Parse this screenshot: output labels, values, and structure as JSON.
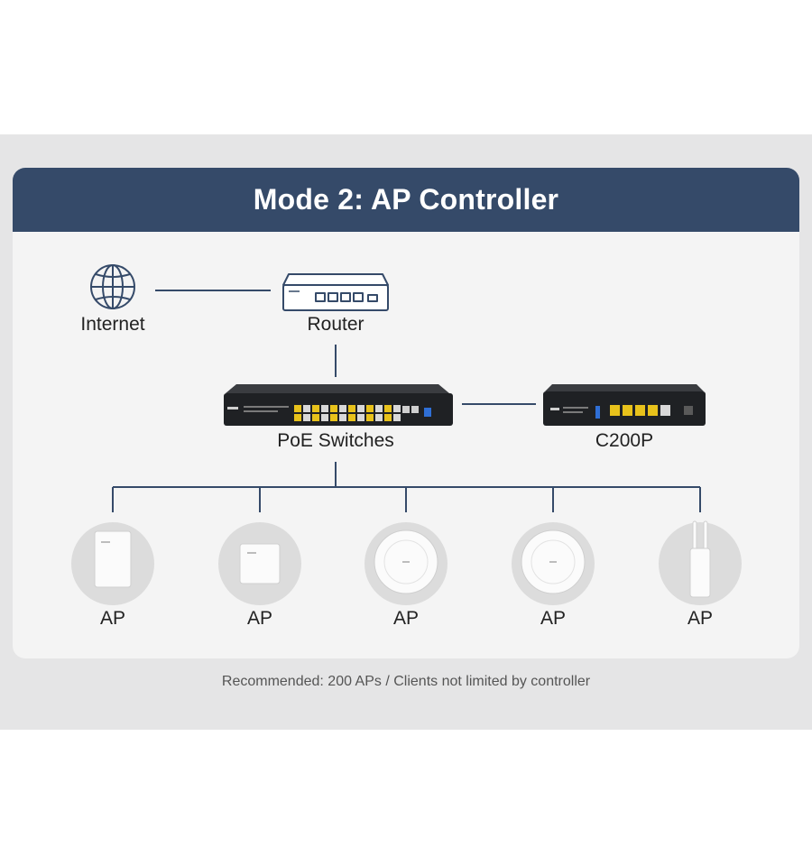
{
  "title": "Mode 2: AP Controller",
  "nodes": {
    "internet": "Internet",
    "router": "Router",
    "poe_switches": "PoE Switches",
    "controller": "C200P"
  },
  "access_points": [
    "AP",
    "AP",
    "AP",
    "AP",
    "AP"
  ],
  "footnote": "Recommended: 200 APs / Clients not limited by controller",
  "colors": {
    "header": "#354a69",
    "line": "#354a69",
    "device": "#1f2124",
    "poe_port": "#e8c21b",
    "ap_circle": "#dcdcdc"
  },
  "icons": {
    "internet": "globe-icon",
    "router": "router-icon",
    "poe_switches": "switch-icon",
    "controller": "controller-icon"
  }
}
